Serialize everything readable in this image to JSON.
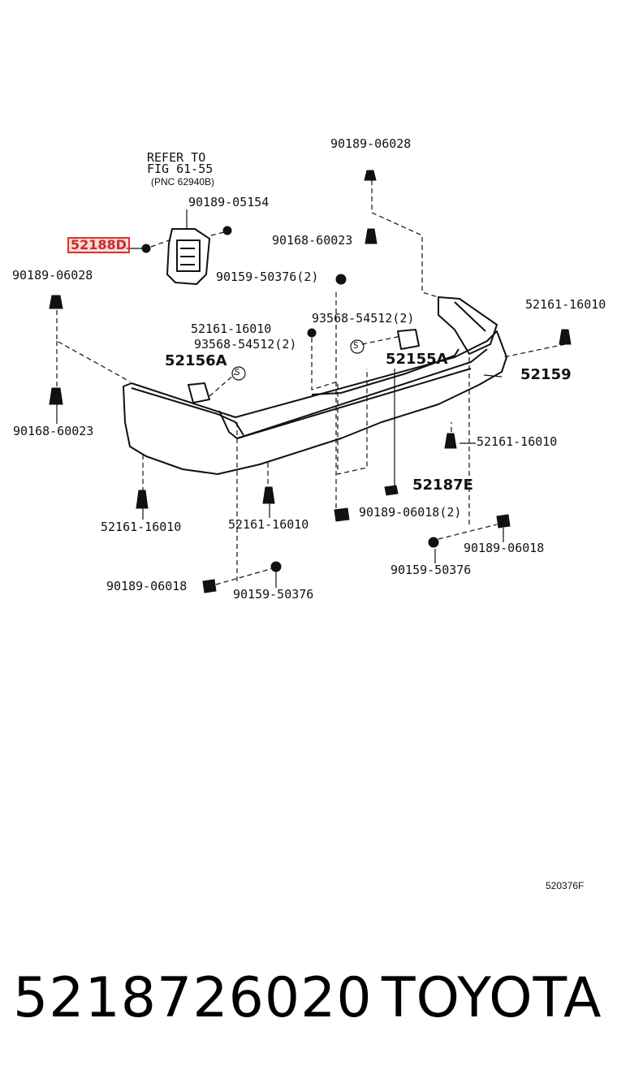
{
  "refer_note": {
    "line1": "REFER TO",
    "line2": "FIG 61-55",
    "line3": "(PNC 62940B)"
  },
  "labels": {
    "p_90189_06028_top": "90189-06028",
    "p_90189_05154": "90189-05154",
    "p_52188d": "52188D",
    "p_90168_60023_top": "90168-60023",
    "p_90189_06028_left": "90189-06028",
    "p_90159_50376_2": "90159-50376(2)",
    "p_52161_16010_right": "52161-16010",
    "p_93568_54512_2_right": "93568-54512(2)",
    "p_52161_16010_mid": "52161-16010",
    "p_93568_54512_2_left": "93568-54512(2)",
    "p_52156a": "52156A",
    "p_52155a": "52155A",
    "p_52159": "52159",
    "p_90168_60023_left": "90168-60023",
    "p_52161_16010_r2": "52161-16010",
    "p_52187e": "52187E",
    "p_90189_06018_2": "90189-06018(2)",
    "p_52161_16010_bl": "52161-16010",
    "p_52161_16010_bm": "52161-16010",
    "p_90189_06018_r": "90189-06018",
    "p_90159_50376_r": "90159-50376",
    "p_90189_06018_b": "90189-06018",
    "p_90159_50376_b": "90159-50376",
    "s_mark_1": "S",
    "s_mark_2": "S"
  },
  "figure_code": "520376F",
  "footer": {
    "part_number": "5218726020",
    "brand": "TOYOTA"
  }
}
